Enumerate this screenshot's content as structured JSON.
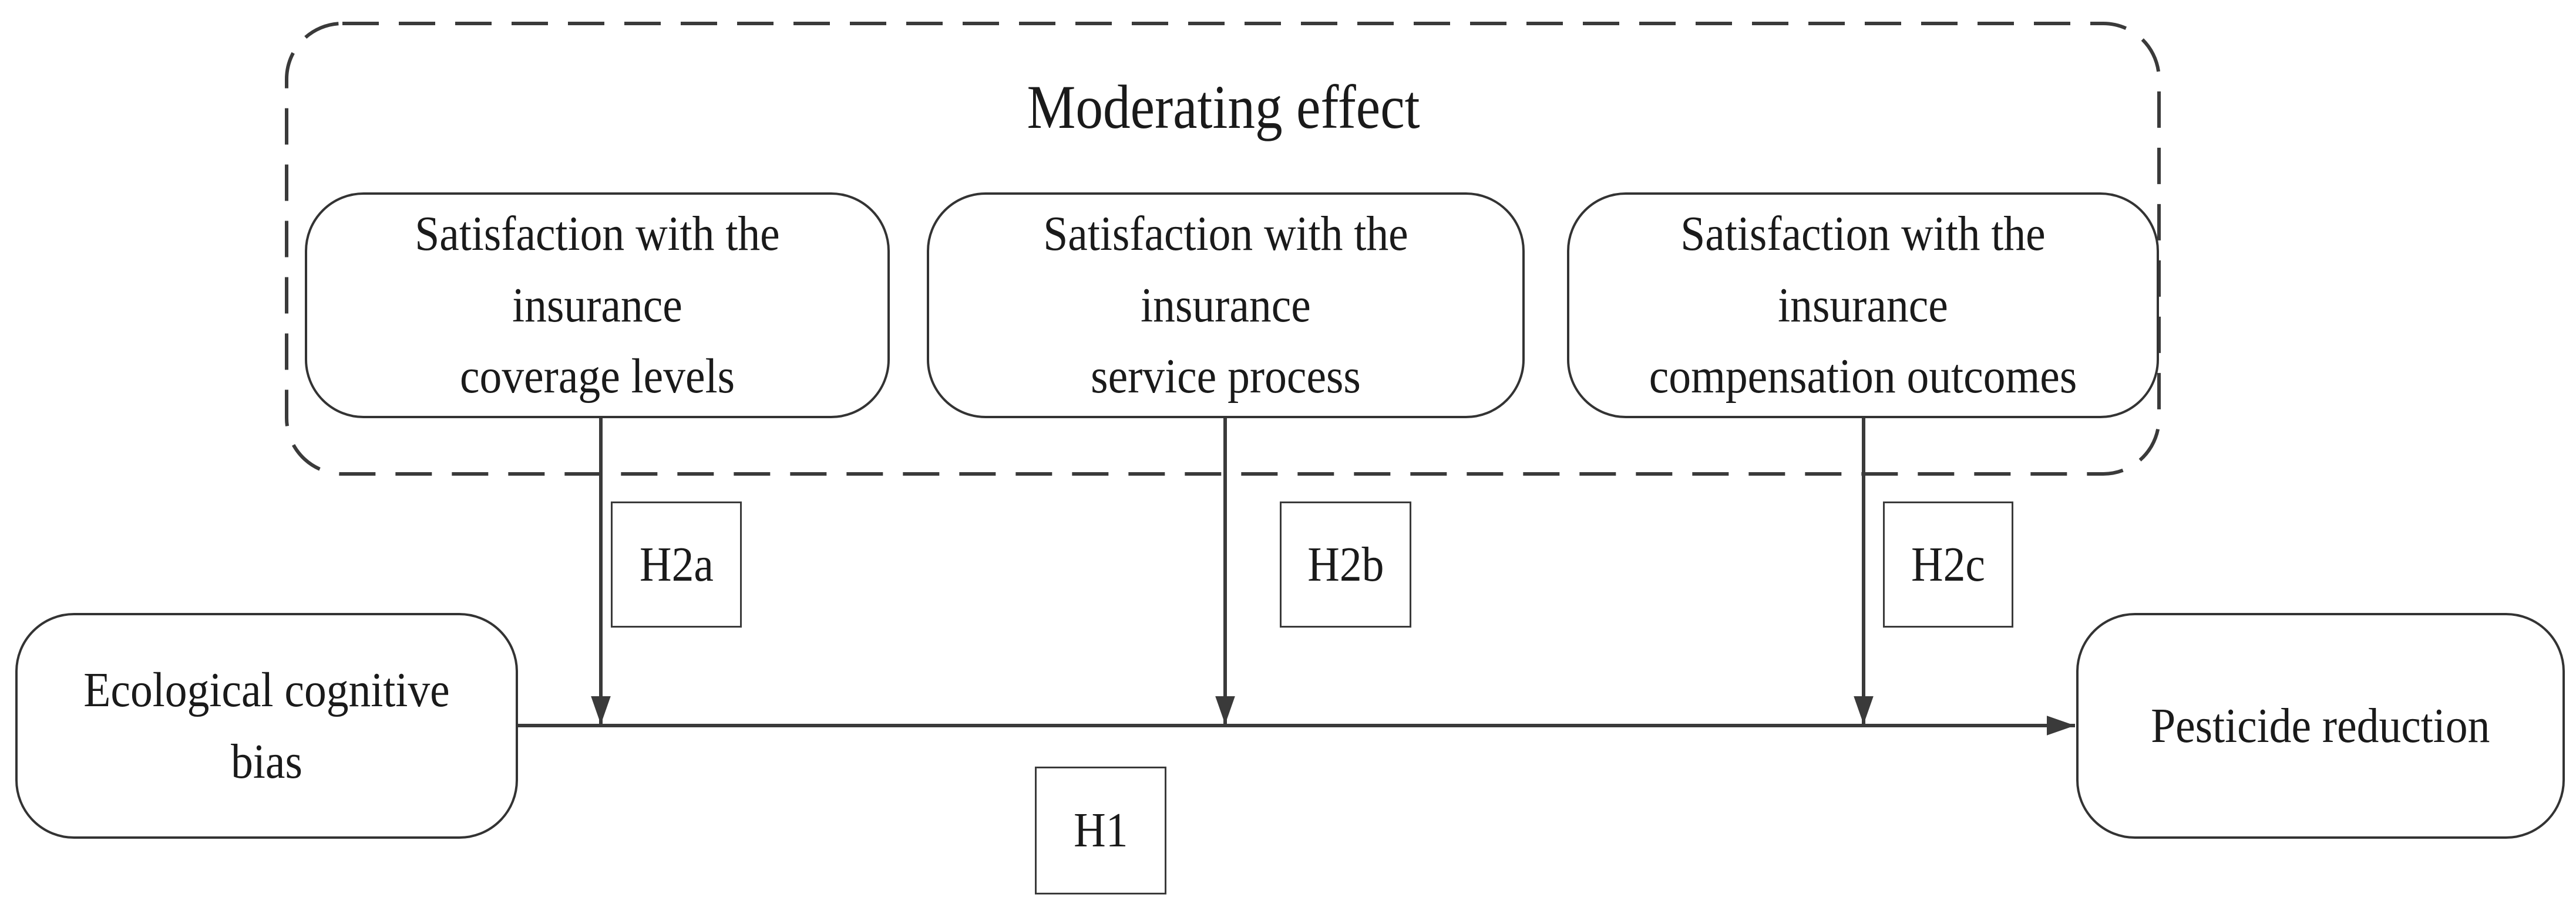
{
  "moderating_group": {
    "title": "Moderating effect",
    "moderators": [
      {
        "label": "Satisfaction with the insurance\ncoverage levels",
        "hypothesis": "H2a"
      },
      {
        "label": "Satisfaction with the  insurance\nservice process",
        "hypothesis": "H2b"
      },
      {
        "label": "Satisfaction with the insurance\ncompensation outcomes",
        "hypothesis": "H2c"
      }
    ]
  },
  "independent_variable": {
    "label": "Ecological cognitive bias"
  },
  "dependent_variable": {
    "label": "Pesticide reduction"
  },
  "main_path": {
    "hypothesis": "H1"
  },
  "colors": {
    "line": "#3a3a3a",
    "border": "#333333",
    "text": "#1a1a1a",
    "background": "#ffffff"
  }
}
